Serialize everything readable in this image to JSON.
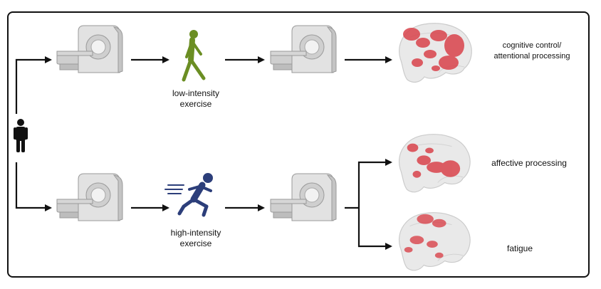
{
  "labels": {
    "low_intensity": "low-intensity",
    "exercise_1": "exercise",
    "high_intensity": "high-intensity",
    "exercise_2": "exercise",
    "cognitive_control": "cognitive control/",
    "attentional_processing": "attentional processing",
    "affective_processing": "affective processing",
    "fatigue": "fatigue"
  },
  "colors": {
    "frame": "#111111",
    "arrow": "#111111",
    "walker": "#6b8e23",
    "runner": "#2c3e7a",
    "scanner_body": "#d9d9d9",
    "scanner_shade": "#b5b5b5",
    "brain_shell": "#e6e6e6",
    "brain_activation": "#d9434b"
  },
  "icons": {
    "person": "person-icon",
    "walker": "walking-person-icon",
    "runner": "running-person-icon",
    "scanner": "mri-scanner-icon",
    "brain": "brain-activation-icon"
  }
}
